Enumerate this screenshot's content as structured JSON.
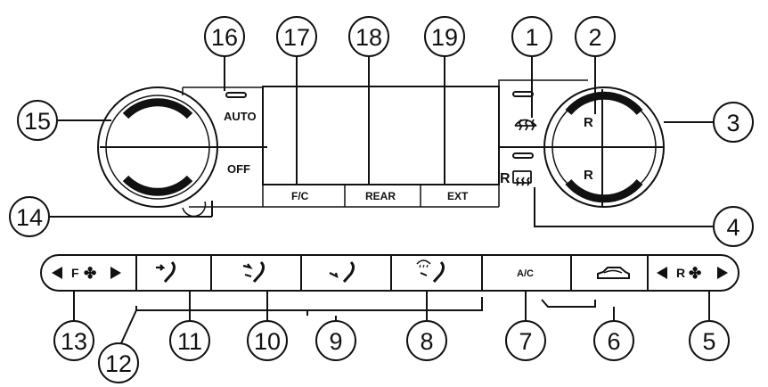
{
  "panel": {
    "auto_label": "AUTO",
    "off_label": "OFF",
    "left_knob_label": "",
    "right_knob_upper_label": "R",
    "right_knob_lower_label": "R",
    "rear_defrost_prefix": "R",
    "fc_label": "F/C",
    "rear_label": "REAR",
    "ext_label": "EXT",
    "ac_label": "A/C",
    "front_fan_label": "F",
    "rear_fan_label": "R"
  },
  "icons": {
    "front_defrost": "front-defrost-icon",
    "rear_defrost": "rear-window-defrost-icon",
    "panel_vent": "panel-vent-icon",
    "panel_floor_vent": "panel-floor-vent-icon",
    "floor_vent": "floor-vent-icon",
    "defrost_floor_vent": "defrost-floor-vent-icon",
    "recirculation": "recirculation-car-icon",
    "fan": "fan-icon"
  },
  "callouts": [
    "1",
    "2",
    "3",
    "4",
    "5",
    "6",
    "7",
    "8",
    "9",
    "10",
    "11",
    "12",
    "13",
    "14",
    "15",
    "16",
    "17",
    "18",
    "19"
  ]
}
